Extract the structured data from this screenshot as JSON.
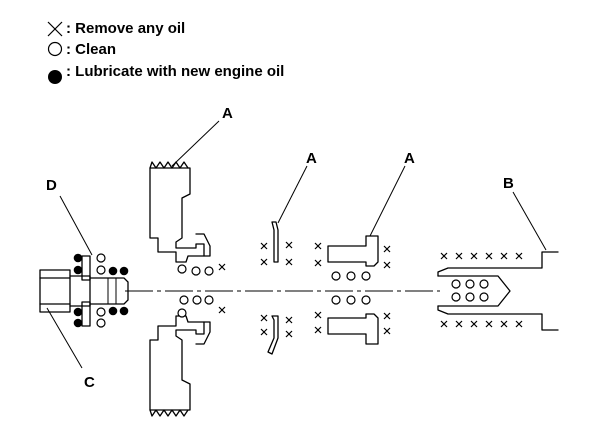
{
  "legend": {
    "remove_oil": ": Remove any oil",
    "clean": ": Clean",
    "lubricate": ": Lubricate with new engine oil"
  },
  "callouts": {
    "a1": "A",
    "a2": "A",
    "a3": "A",
    "b": "B",
    "c": "C",
    "d": "D"
  }
}
